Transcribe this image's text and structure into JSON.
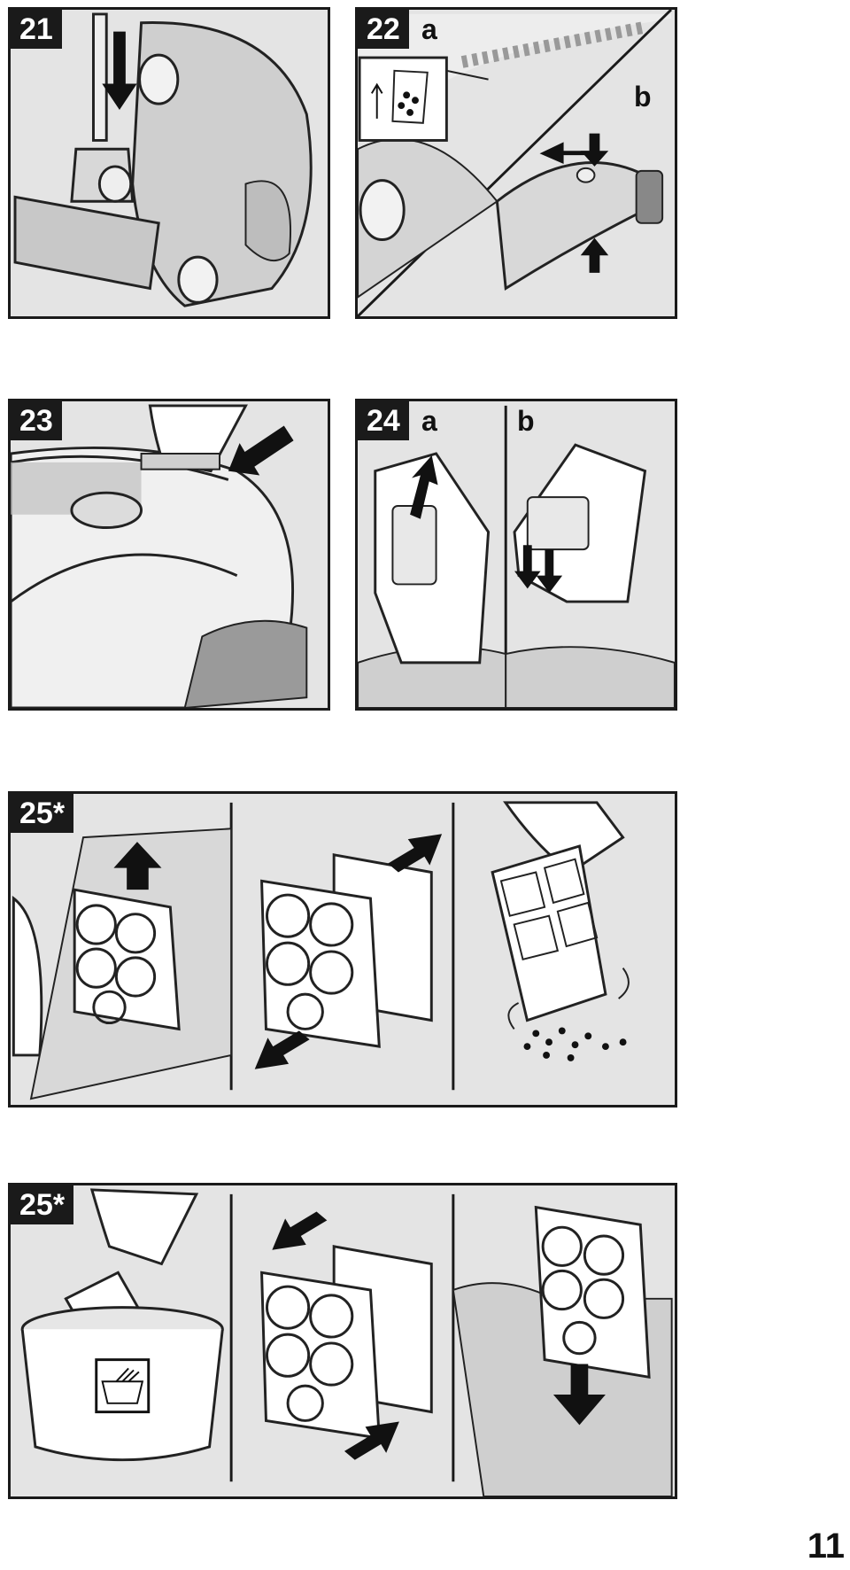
{
  "steps": {
    "s21": {
      "number": "21"
    },
    "s22": {
      "number": "22",
      "label_a": "a",
      "label_b": "b"
    },
    "s23": {
      "number": "23"
    },
    "s24": {
      "number": "24",
      "label_a": "a",
      "label_b": "b"
    },
    "s25a": {
      "number": "25*"
    },
    "s25b": {
      "number": "25*"
    }
  },
  "icons": {
    "s21": [
      "vacuum-body-icon",
      "floor-nozzle-icon",
      "down-arrow-icon"
    ],
    "s22": [
      "filter-bag-inset-icon",
      "hose-socket-icon",
      "left-arrow-icon",
      "down-arrow-icon",
      "up-arrow-icon"
    ],
    "s23": [
      "hand-icon",
      "lid-release-icon",
      "diagonal-arrow-icon"
    ],
    "s24": [
      "dust-bag-icon",
      "up-arrow-icon",
      "down-arrow-icon"
    ],
    "s25a": [
      "filter-lift-icon",
      "up-arrow-icon",
      "filter-separate-icon",
      "filter-shake-icon",
      "dust-particles-icon"
    ],
    "s25b": [
      "bucket-wash-icon",
      "hand-wash-symbol-icon",
      "filter-assemble-icon",
      "filter-insert-icon",
      "down-arrow-icon"
    ]
  },
  "colors": {
    "panel_bg": "#e4e4e4",
    "ink": "#1a1a1a",
    "label_bg": "#1a1a1a",
    "label_text": "#ffffff"
  },
  "page": {
    "number": "11"
  }
}
